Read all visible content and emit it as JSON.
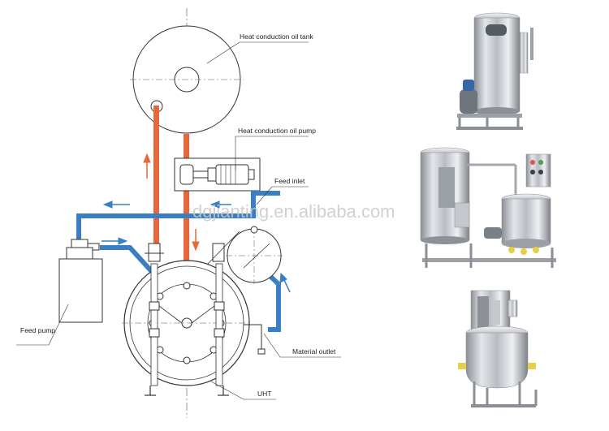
{
  "diagram": {
    "labels": {
      "oil_tank": "Heat conduction oil tank",
      "oil_pump": "Heat conduction oil pump",
      "feed_inlet": "Feed inlet",
      "feed_pump": "Feed pump",
      "material_outlet": "Material outlet",
      "uht": "UHT"
    },
    "watermark": "dgjianting.en.alibaba.com",
    "colors": {
      "hot_oil_pipe": "#e8673a",
      "material_pipe": "#3a7fc4",
      "flow_arrow_red": "#e8673a",
      "flow_arrow_blue": "#3a7fc4",
      "line": "#333333"
    }
  },
  "photos": [
    {
      "name": "tubular-sterilizer-photo"
    },
    {
      "name": "uht-with-tank-photo"
    },
    {
      "name": "jacketed-tank-photo"
    }
  ]
}
